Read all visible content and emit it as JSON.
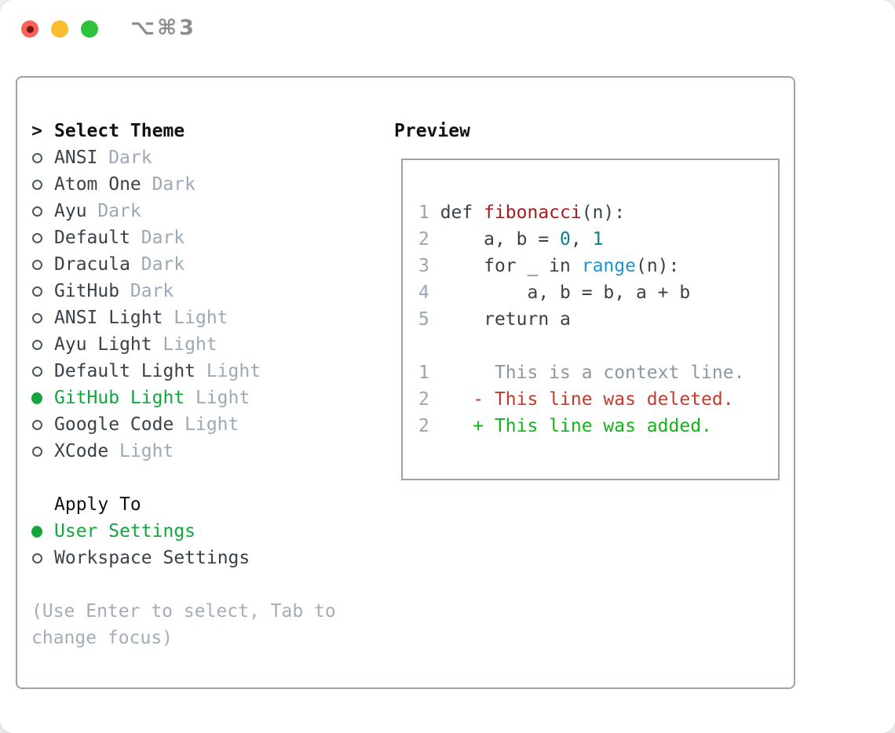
{
  "window": {
    "title": "⌥⌘3",
    "traffic_lights": [
      "close",
      "minimize",
      "zoom"
    ]
  },
  "theme_panel": {
    "header": {
      "prompt": ">",
      "label": "Select Theme"
    },
    "themes": [
      {
        "name": "ANSI",
        "variant": "Dark",
        "selected": false
      },
      {
        "name": "Atom One",
        "variant": "Dark",
        "selected": false
      },
      {
        "name": "Ayu",
        "variant": "Dark",
        "selected": false
      },
      {
        "name": "Default",
        "variant": "Dark",
        "selected": false
      },
      {
        "name": "Dracula",
        "variant": "Dark",
        "selected": false
      },
      {
        "name": "GitHub",
        "variant": "Dark",
        "selected": false
      },
      {
        "name": "ANSI Light",
        "variant": "Light",
        "selected": false
      },
      {
        "name": "Ayu Light",
        "variant": "Light",
        "selected": false
      },
      {
        "name": "Default Light",
        "variant": "Light",
        "selected": false
      },
      {
        "name": "GitHub Light",
        "variant": "Light",
        "selected": true
      },
      {
        "name": "Google Code",
        "variant": "Light",
        "selected": false
      },
      {
        "name": "XCode",
        "variant": "Light",
        "selected": false
      }
    ],
    "apply_to": {
      "label": "Apply To",
      "options": [
        {
          "name": "User Settings",
          "selected": true
        },
        {
          "name": "Workspace Settings",
          "selected": false
        }
      ]
    },
    "help_text": "(Use Enter to select, Tab to change focus)"
  },
  "preview": {
    "title": "Preview",
    "lines": [
      {
        "num": "1",
        "segments": [
          {
            "t": "def ",
            "c": "plain"
          },
          {
            "t": "fibonacci",
            "c": "func"
          },
          {
            "t": "(n):",
            "c": "plain"
          }
        ]
      },
      {
        "num": "2",
        "segments": [
          {
            "t": "    a, b = ",
            "c": "plain"
          },
          {
            "t": "0",
            "c": "number"
          },
          {
            "t": ", ",
            "c": "plain"
          },
          {
            "t": "1",
            "c": "number"
          }
        ]
      },
      {
        "num": "3",
        "segments": [
          {
            "t": "    for _ in ",
            "c": "plain"
          },
          {
            "t": "range",
            "c": "builtin"
          },
          {
            "t": "(n):",
            "c": "plain"
          }
        ]
      },
      {
        "num": "4",
        "segments": [
          {
            "t": "        a, b = b, a + b",
            "c": "plain"
          }
        ]
      },
      {
        "num": "5",
        "segments": [
          {
            "t": "    return a",
            "c": "plain"
          }
        ]
      },
      {
        "num": "",
        "segments": []
      },
      {
        "num": "1",
        "segments": [
          {
            "t": "     This is a context line.",
            "c": "context"
          }
        ]
      },
      {
        "num": "2",
        "segments": [
          {
            "t": "   - This line was deleted.",
            "c": "deleted"
          }
        ]
      },
      {
        "num": "2",
        "segments": [
          {
            "t": "   + This line was added.",
            "c": "added"
          }
        ]
      }
    ]
  },
  "colors": {
    "accent_green": "#13a63e",
    "panel_border": "#9aa2ae",
    "item_text": "#3a4149",
    "variant_tag": "#9da8b6",
    "help_text": "#a4acb8",
    "line_number": "#9aa5b3",
    "syntax_function_red": "#a41e1e",
    "syntax_number_teal": "#0f7f8b",
    "syntax_builtin_blue": "#1b95d2",
    "diff_context_gray": "#8d97a1",
    "diff_deleted_red": "#c43b2d",
    "diff_added_green": "#12b31b",
    "traffic_red": "#f96057",
    "traffic_yellow": "#fbbd2e",
    "traffic_green": "#2ec23d"
  }
}
